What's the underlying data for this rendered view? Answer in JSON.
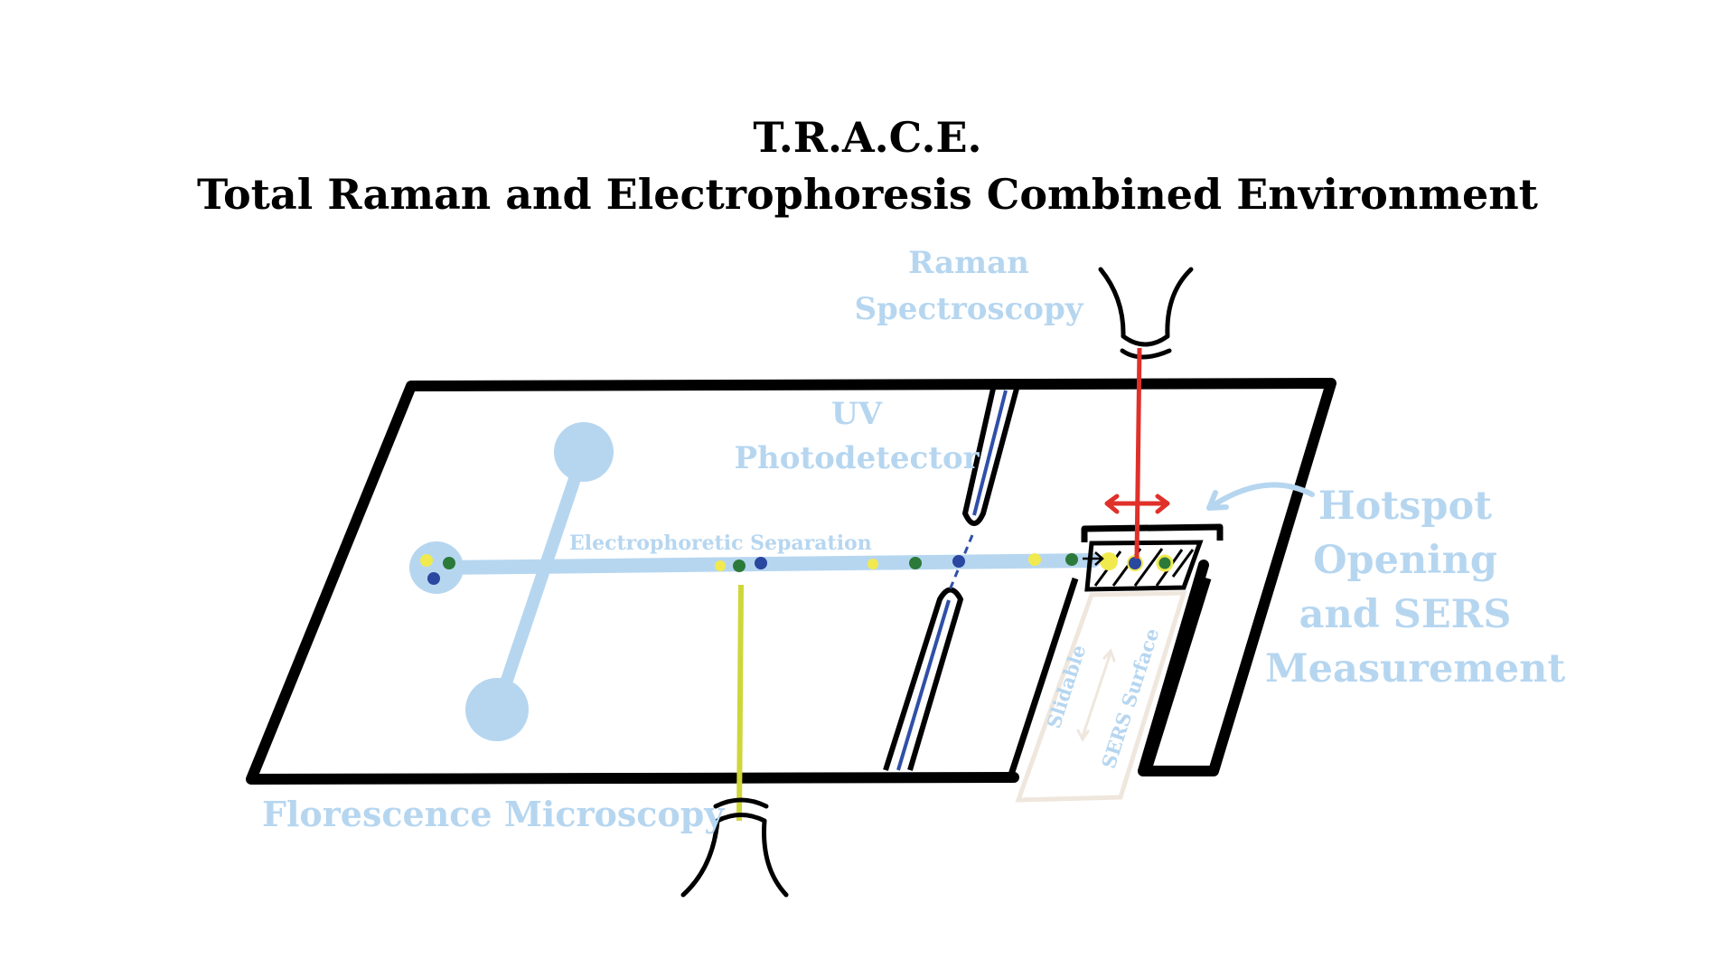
{
  "title": {
    "line1": "T.R.A.C.E.",
    "line2": "Total Raman and Electrophoresis Combined Environment"
  },
  "labels": {
    "raman_line1": "Raman",
    "raman_line2": "Spectroscopy",
    "uv_line1": "UV",
    "uv_line2": "Photodetector",
    "separation": "Electrophoretic Separation",
    "hotspot_line1": "Hotspot",
    "hotspot_line2": "Opening",
    "hotspot_line3": "and SERS",
    "hotspot_line4": "Measurement",
    "slidable": "Slidable",
    "sers_surface": "SERS Surface",
    "fluorescence": "Florescence Microscopy"
  },
  "colors": {
    "label": "#b6d6f0",
    "channel": "#b6d6f0",
    "outline": "#000000",
    "raman_beam": "#e0302a",
    "fluorescence_beam": "#cfd63a",
    "uv_line": "#2f4fa8",
    "particle_yellow": "#f1ea4f",
    "particle_green": "#2b7a3a",
    "particle_blue": "#2a48a0",
    "slider_outline": "#efe7dd"
  },
  "icons": {
    "raman_objective": "objective-lens-icon",
    "fluorescence_objective": "objective-lens-icon",
    "hotspot_arrow": "curved-arrow-icon",
    "slide_direction": "double-arrow-icon"
  }
}
